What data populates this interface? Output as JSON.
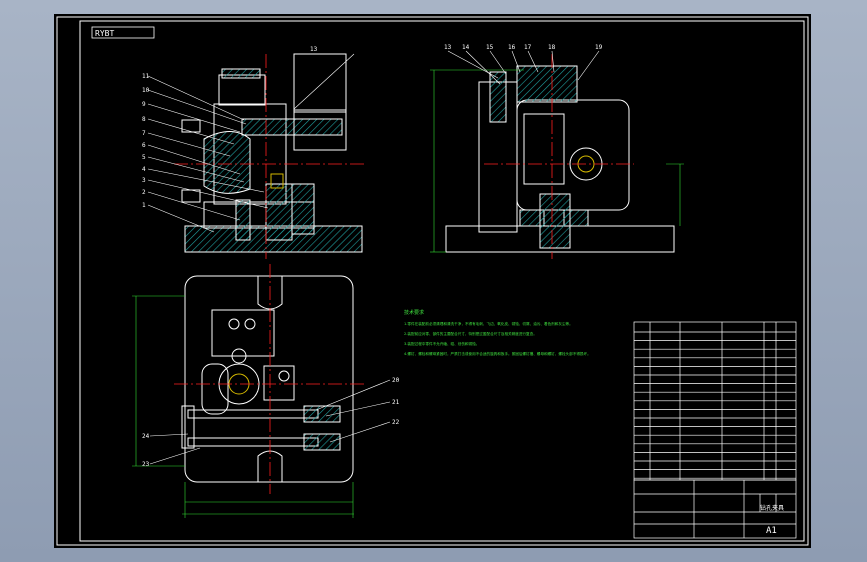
{
  "title_tag": "RYBT",
  "front_view_labels": [
    "11",
    "10",
    "9",
    "8",
    "7",
    "6",
    "5",
    "4",
    "3",
    "2",
    "1"
  ],
  "top_callouts_left": [
    "13"
  ],
  "top_callouts_right": [
    "13",
    "14",
    "15",
    "16",
    "17",
    "18",
    "19"
  ],
  "plan_callouts": [
    "20",
    "21",
    "22",
    "24",
    "23"
  ],
  "tech_requirements": {
    "heading": "技术要求",
    "lines": [
      "1.零件在装配前必须清理和清洗干净，不得有毛刺、飞边、氧化皮、锈蚀、切屑、油污、着色剂和灰尘等。",
      "2.装配前应对零、部件的主要配合尺寸，特别是过盈配合尺寸及相关精度进行复查。",
      "3.装配过程中零件不允许磕、碰、划伤和锈蚀。",
      "4.螺钉、螺栓和螺母紧固时，严禁打击或使用不合适的旋具和扳手。紧固后螺钉槽、螺母和螺钉、螺栓头部不得损坏。"
    ]
  },
  "title_block": {
    "drawing_name": "钻孔夹具",
    "sheet_size": "A1"
  },
  "colors": {
    "sheet": "#000000",
    "frame": "#ffffff",
    "outline": "#ffffff",
    "center": "#ff2020",
    "dim": "#33dd33",
    "hatch": "#20a0a0",
    "hidden": "#d4b800"
  }
}
